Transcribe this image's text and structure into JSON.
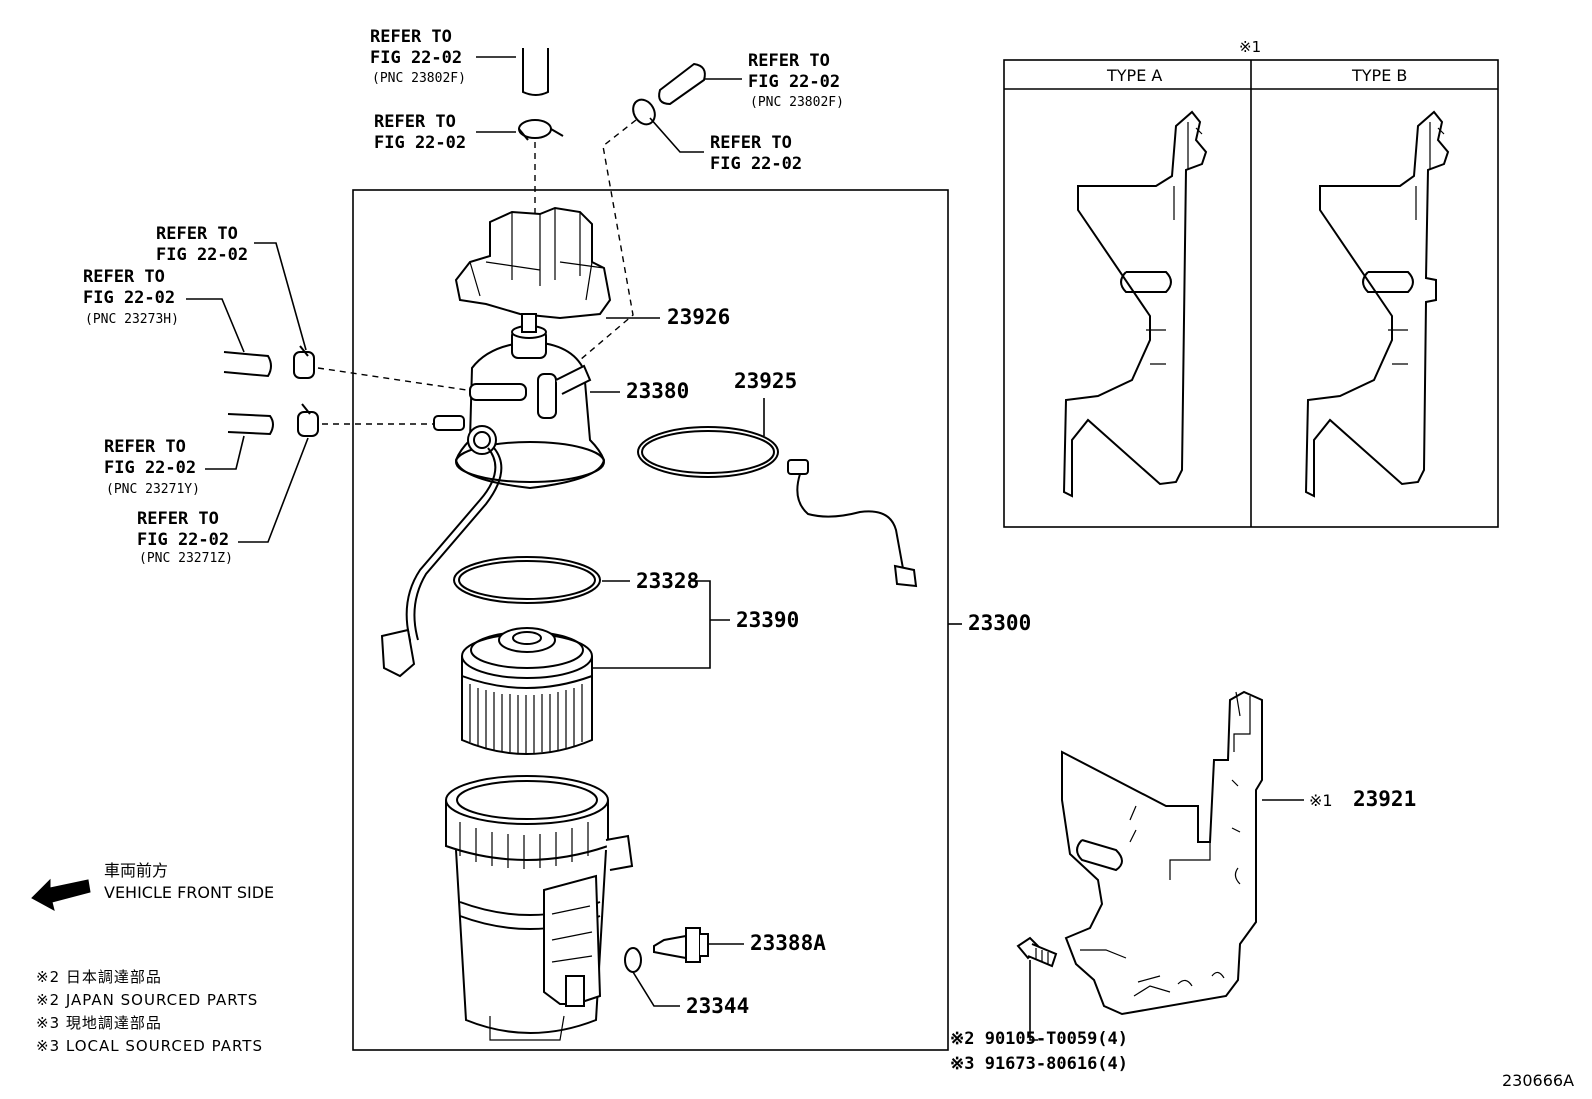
{
  "refs": {
    "r1": {
      "line1": "REFER TO",
      "line2": "FIG 22-02",
      "pnc": "(PNC 23802F)"
    },
    "r2": {
      "line1": "REFER TO",
      "line2": "FIG 22-02"
    },
    "r3": {
      "line1": "REFER TO",
      "line2": "FIG 22-02",
      "pnc": "(PNC 23802F)"
    },
    "r4": {
      "line1": "REFER TO",
      "line2": "FIG 22-02"
    },
    "r5": {
      "line1": "REFER TO",
      "line2": "FIG 22-02"
    },
    "r6": {
      "line1": "REFER TO",
      "line2": "FIG 22-02",
      "pnc": "(PNC 23273H)"
    },
    "r7": {
      "line1": "REFER TO",
      "line2": "FIG 22-02",
      "pnc": "(PNC 23271Y)"
    },
    "r8": {
      "line1": "REFER TO",
      "line2": "FIG 22-02",
      "pnc": "(PNC 23271Z)"
    }
  },
  "parts": {
    "p23926": "23926",
    "p23380": "23380",
    "p23925": "23925",
    "p23328": "23328",
    "p23390": "23390",
    "p23300": "23300",
    "p23388A": "23388A",
    "p23344": "23344",
    "p23921": "23921",
    "p23921_mark": "※1",
    "bolt1": "※2 90105-T0059(4)",
    "bolt2": "※3 91673-80616(4)"
  },
  "inset": {
    "mark": "※1",
    "type_a": "TYPE A",
    "type_b": "TYPE B"
  },
  "direction": {
    "jp": "車両前方",
    "en": "VEHICLE FRONT SIDE"
  },
  "notes": [
    "※2 日本調達部品",
    "※2 JAPAN SOURCED PARTS",
    "※3 現地調達部品",
    "※3 LOCAL SOURCED PARTS"
  ],
  "figure_code": "230666A"
}
